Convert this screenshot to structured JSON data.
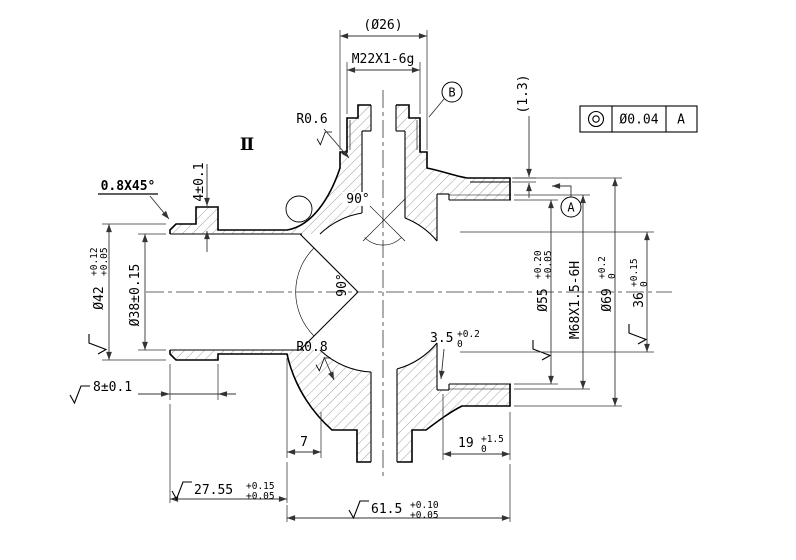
{
  "colors": {
    "outline": "#000000",
    "dimension": "#333333",
    "background": "#ffffff"
  },
  "annotations": {
    "top": {
      "dia26": "(Ø26)",
      "thread": "M22X1-6g",
      "gap": "(1.3)"
    },
    "fcf": {
      "icon": "concentricity",
      "tolerance": "Ø0.04",
      "datum": "A"
    },
    "datums": {
      "a": "A",
      "b": "B"
    },
    "detail_view": "Ⅱ",
    "radii": {
      "r06": "R0.6",
      "r08": "R0.8"
    },
    "chamfer": "0.8X45°",
    "angles": {
      "top": "90°",
      "side": "90°"
    },
    "left": {
      "dia42": {
        "v": "Ø42",
        "up": "+0.12",
        "lo": "+0.05"
      },
      "dia38": "Ø38±0.15",
      "d4": "4±0.1",
      "d8": "8±0.1"
    },
    "right": {
      "dia55": {
        "v": "Ø55",
        "up": "+0.20",
        "lo": "+0.05"
      },
      "m68": "M68X1.5-6H",
      "dia69": {
        "v": "Ø69",
        "up": "+0.2",
        "lo": "0"
      },
      "d36": {
        "v": "36",
        "up": "+0.15",
        "lo": "0"
      }
    },
    "bottom": {
      "d35": {
        "v": "3.5",
        "up": "+0.2",
        "lo": "0"
      },
      "d7": "7",
      "d19": {
        "v": "19",
        "up": "+1.5",
        "lo": "0"
      },
      "d2755": {
        "v": "27.55",
        "up": "+0.15",
        "lo": "+0.05"
      },
      "d615": {
        "v": "61.5",
        "up": "+0.10",
        "lo": "+0.05"
      }
    }
  }
}
